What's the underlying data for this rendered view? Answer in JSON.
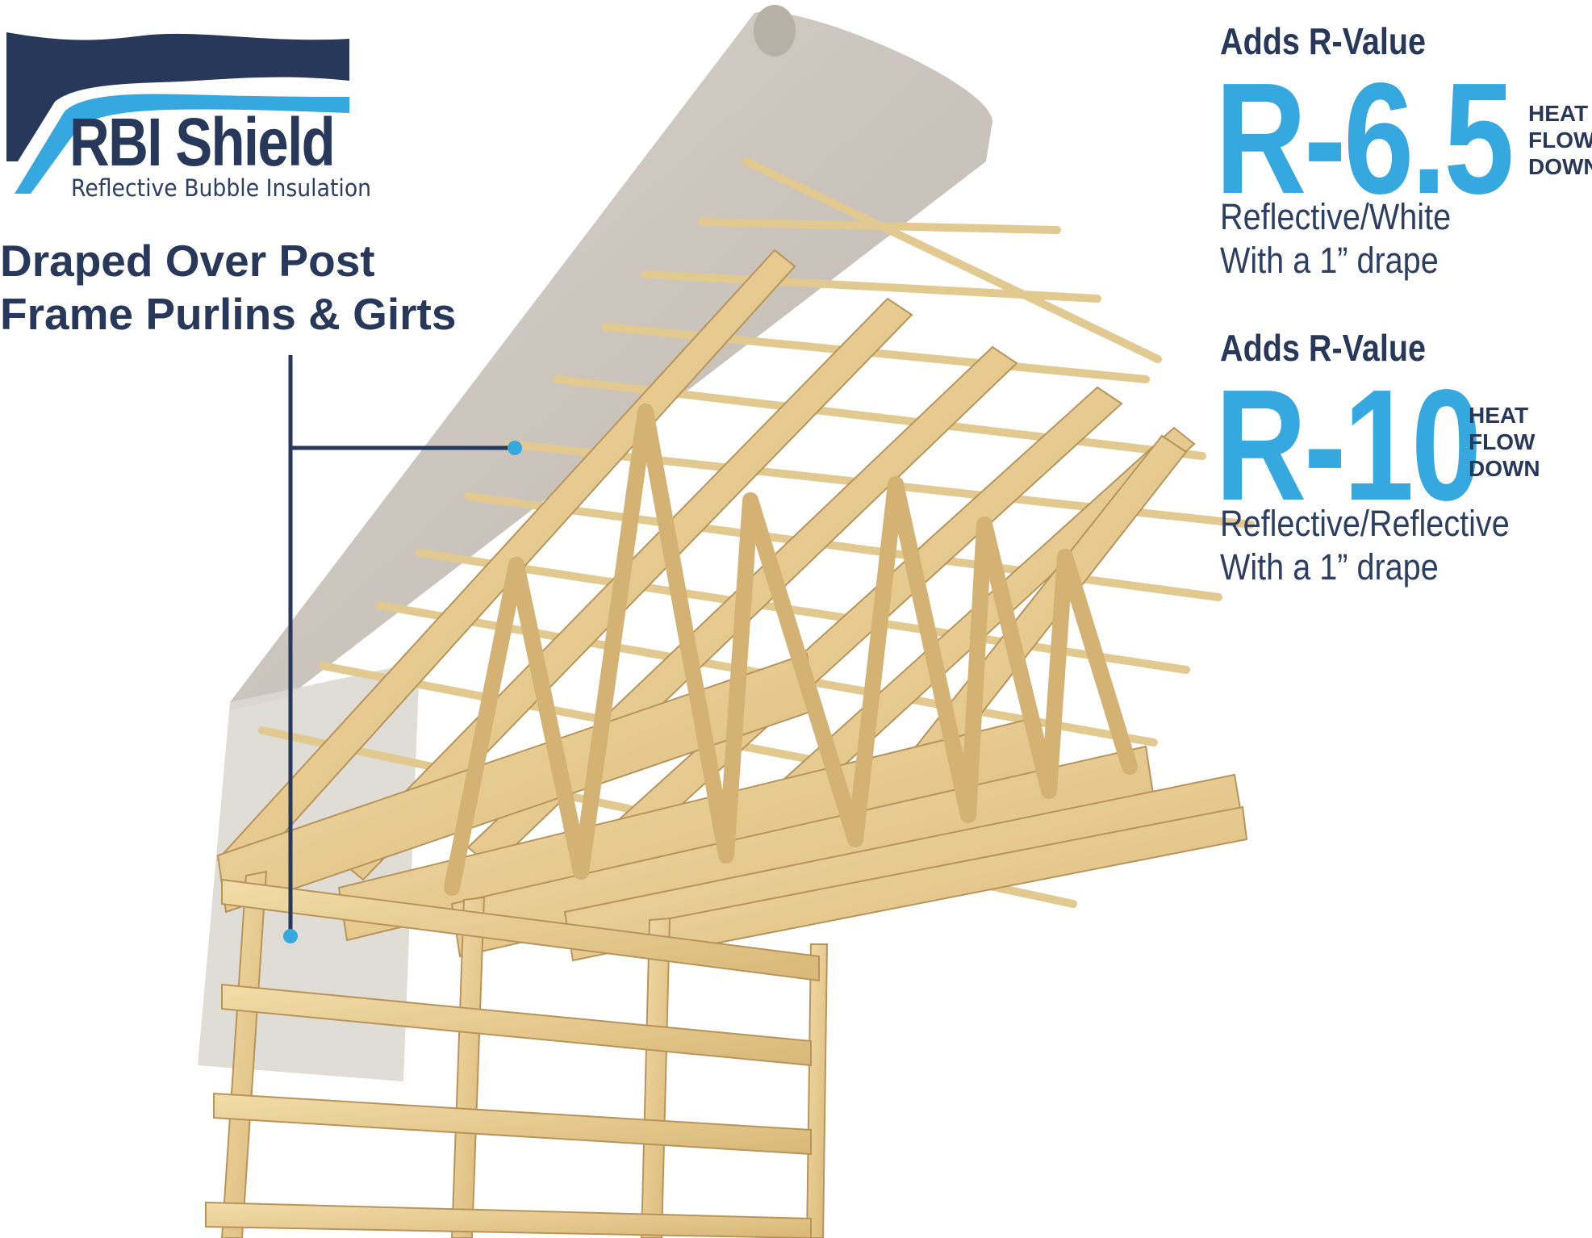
{
  "logo": {
    "brand": "RBI Shield",
    "tagline": "Reflective Bubble Insulation"
  },
  "headline": {
    "line1": "Draped Over Post",
    "line2": "Frame Purlins & Girts"
  },
  "ratings": [
    {
      "label": "Adds R-Value",
      "value": "R-6.5",
      "heat_flow": [
        "HEAT",
        "FLOW",
        "DOWN"
      ],
      "desc_line1": "Reflective/White",
      "desc_line2": "With a 1” drape"
    },
    {
      "label": "Adds R-Value",
      "value": "R-10",
      "heat_flow": [
        "HEAT",
        "FLOW",
        "DOWN"
      ],
      "desc_line1": "Reflective/Reflective",
      "desc_line2": "With a 1” drape"
    }
  ],
  "colors": {
    "navy": "#27385b",
    "accent_blue": "#35a8df",
    "wood": "#e8cf96",
    "wood_dark": "#c9a66a",
    "insulation": "#cfcac4"
  }
}
